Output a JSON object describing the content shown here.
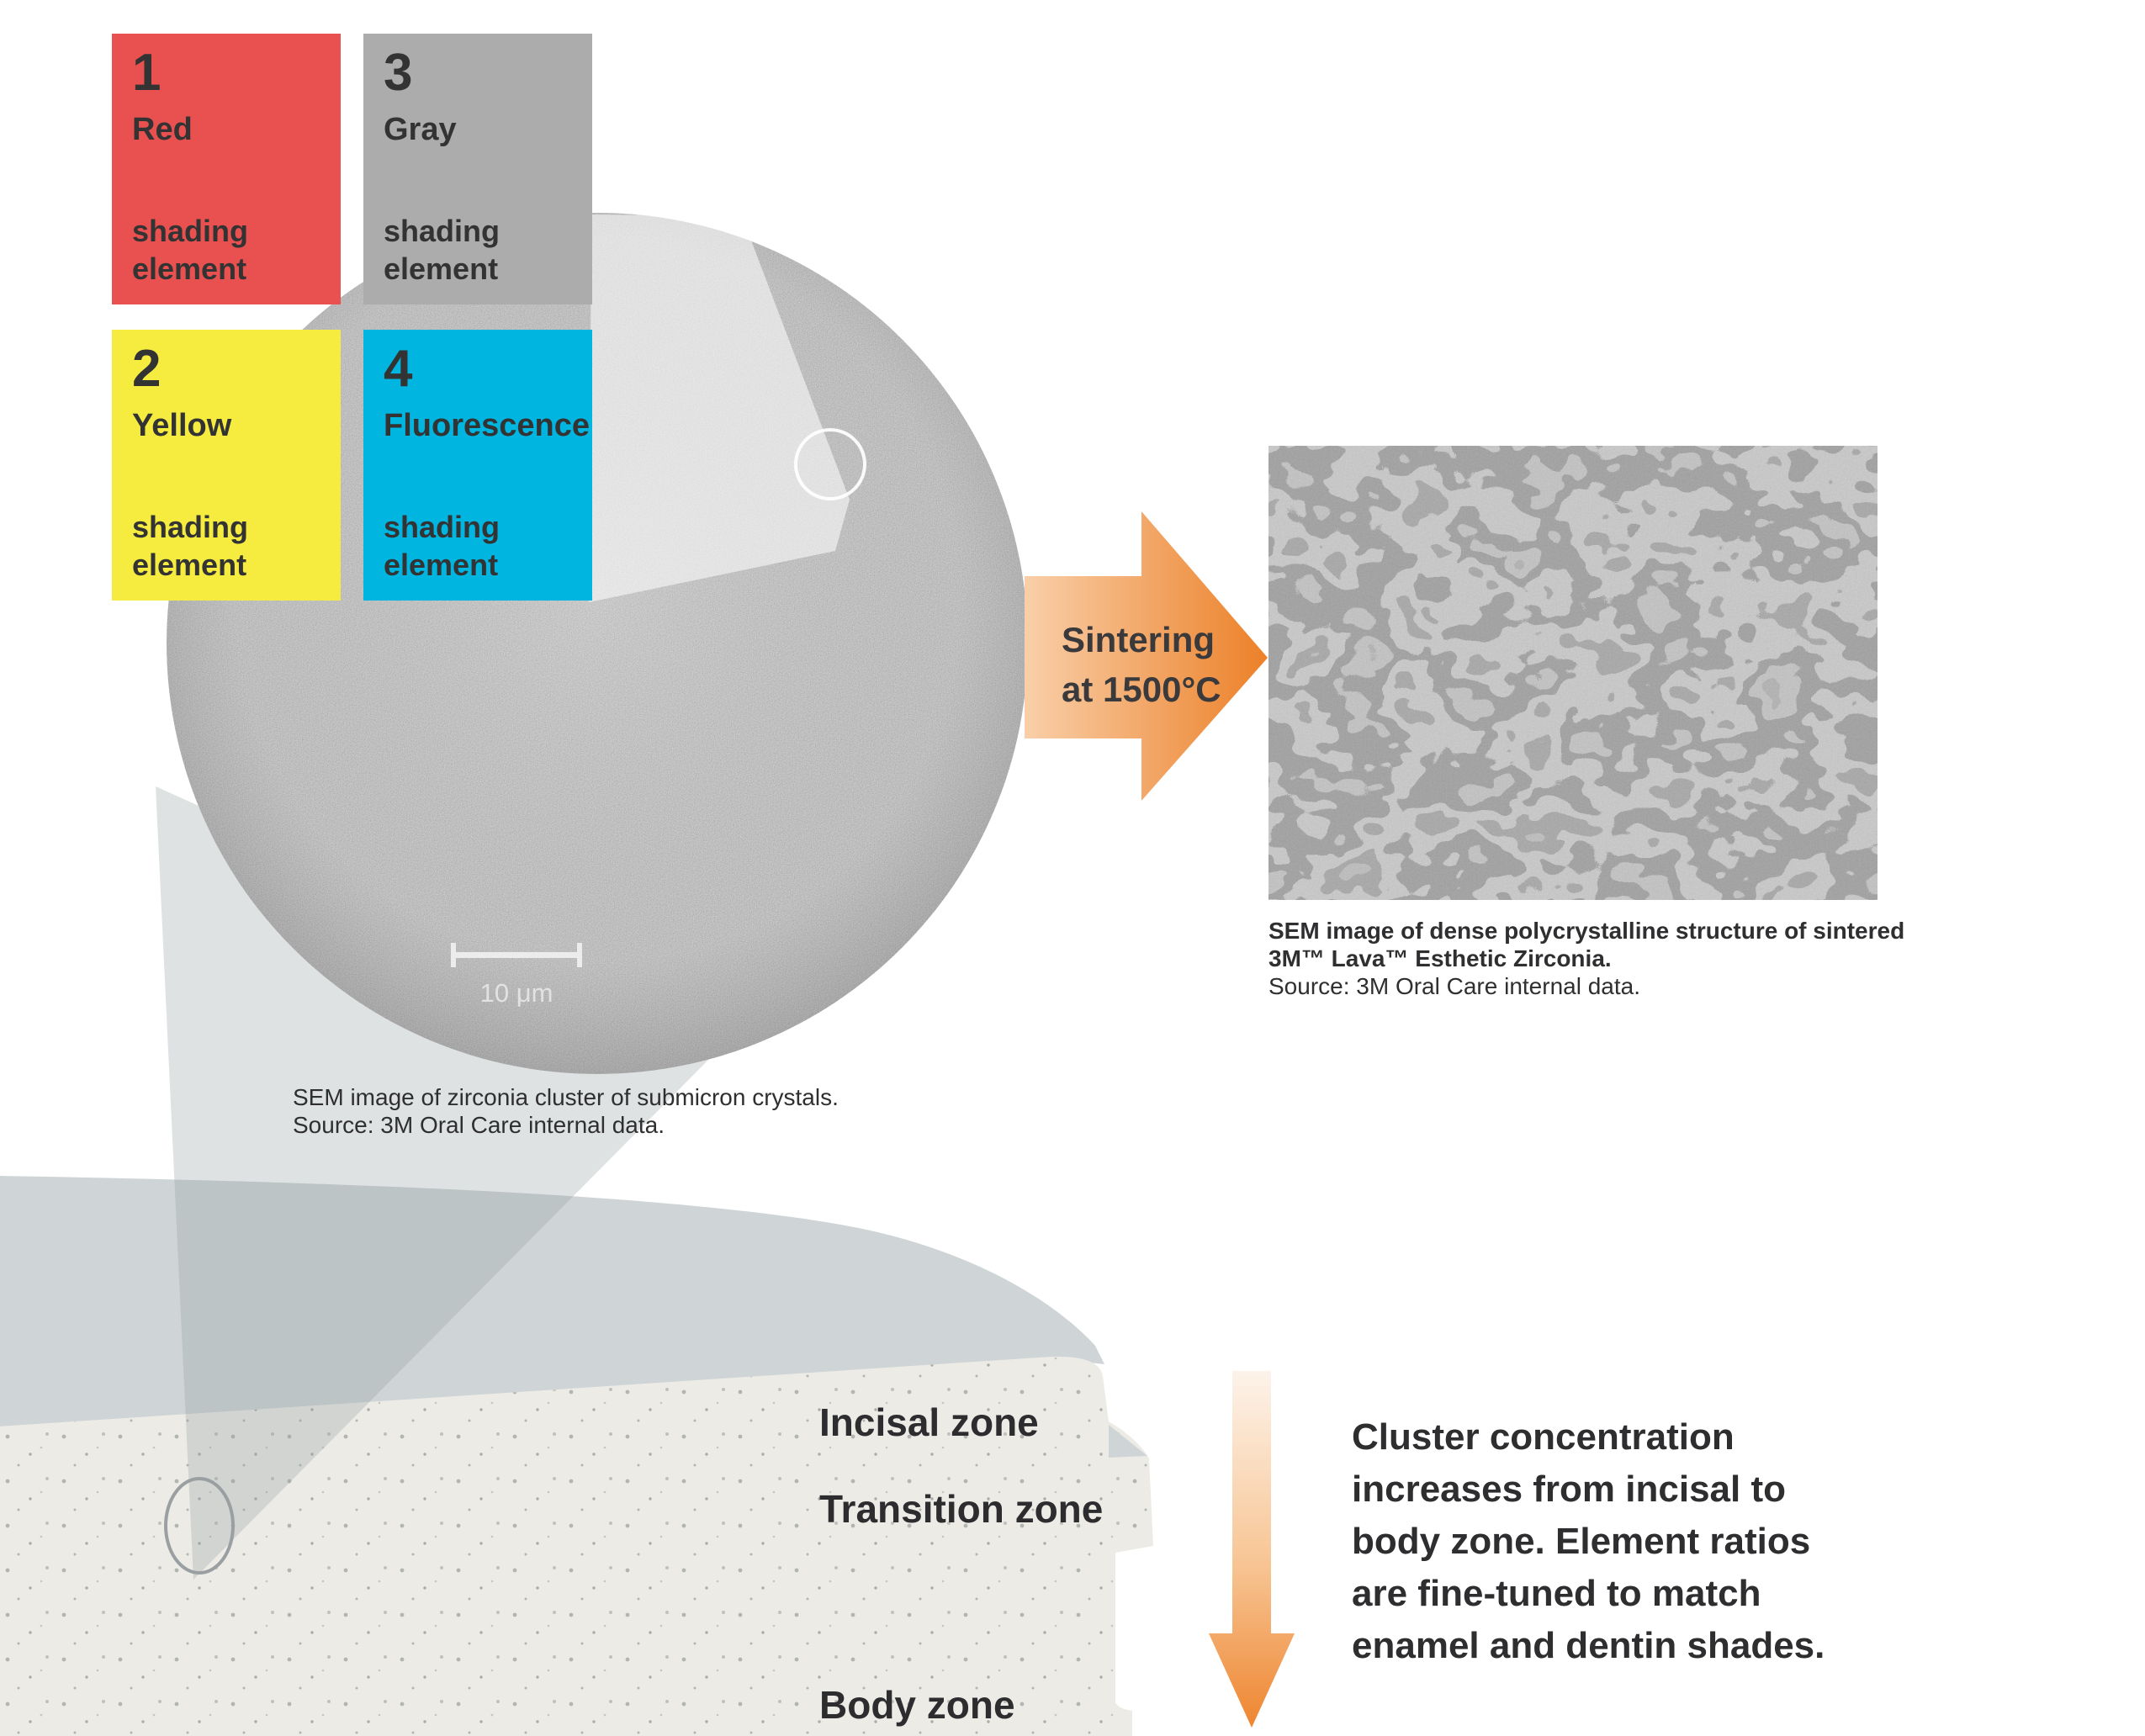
{
  "palette": {
    "red": "#e85150",
    "yellow": "#f5ec3f",
    "gray": "#acacac",
    "cyan": "#00b5e0",
    "orange": "#ec8028",
    "orange_light": "#f9cfa9",
    "text_dark": "#2e2e30",
    "slab_surface": "#edebe6",
    "slab_edge_band": "#cfd5d6"
  },
  "shading_elements": [
    {
      "number": "1",
      "name": "Red",
      "description": "shading element",
      "color": "#e85150"
    },
    {
      "number": "2",
      "name": "Yellow",
      "description": "shading element",
      "color": "#f5ec3f"
    },
    {
      "number": "3",
      "name": "Gray",
      "description": "shading element",
      "color": "#acacac"
    },
    {
      "number": "4",
      "name": "Fluorescence",
      "description": "shading element",
      "color": "#00b5e0"
    }
  ],
  "cluster_sem": {
    "scale_bar_label": "10 μm",
    "caption": "SEM image of zirconia cluster of submicron crystals.",
    "source": "Source: 3M Oral Care internal data."
  },
  "sintering": {
    "label_line1": "Sintering",
    "label_line2": "at 1500°C"
  },
  "sintered_sem": {
    "caption_line1": "SEM image of dense polycrystalline structure of sintered",
    "caption_line2": "3M™ Lava™ Esthetic Zirconia.",
    "source": "Source: 3M Oral Care internal data."
  },
  "disc": {
    "zones": [
      "Incisal zone",
      "Transition zone",
      "Body zone"
    ]
  },
  "annotation": {
    "lines": [
      "Cluster concentration",
      "increases from incisal to",
      "body zone. Element ratios",
      "are fine-tuned to match",
      "enamel and dentin shades."
    ]
  }
}
